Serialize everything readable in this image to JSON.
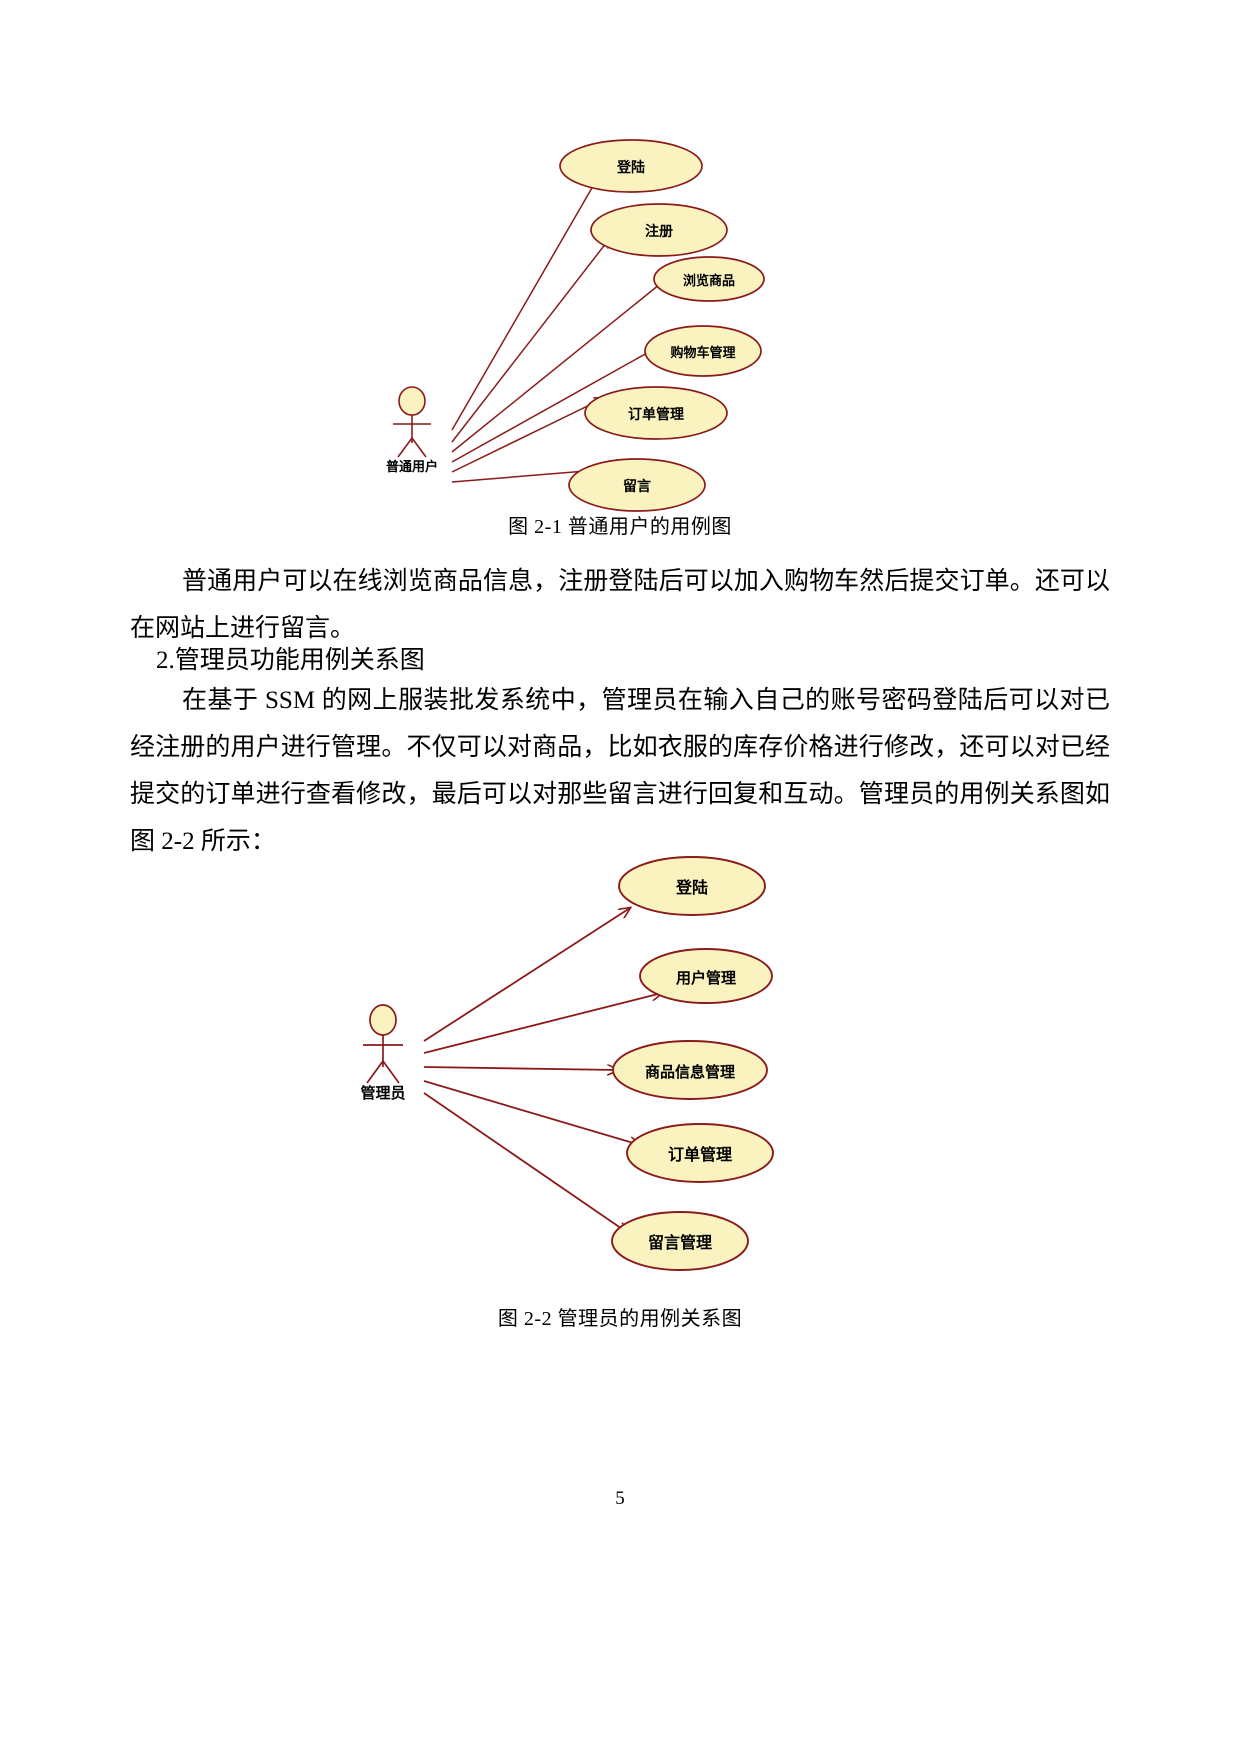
{
  "document": {
    "page_number": "5",
    "background_color": "#ffffff",
    "text_color": "#000000"
  },
  "palette": {
    "ellipse_fill": "#FAF3C0",
    "ellipse_stroke": "#8B1A1A",
    "arrow_color": "#8B1A1A",
    "actor_head_fill": "#FAF3C0",
    "actor_stroke": "#8B1A1A"
  },
  "figure1": {
    "name": "普通用户用例图",
    "caption": "图 2-1 普通用户的用例图",
    "actor": {
      "label": "普通用户"
    },
    "use_cases": [
      {
        "label": "登陆"
      },
      {
        "label": "注册"
      },
      {
        "label": "浏览商品"
      },
      {
        "label": "购物车管理"
      },
      {
        "label": "订单管理"
      },
      {
        "label": "留言"
      }
    ]
  },
  "paragraphs": {
    "p1": "普通用户可以在线浏览商品信息，注册登陆后可以加入购物车然后提交订单。还可以在网站上进行留言。",
    "heading2": "2.管理员功能用例关系图",
    "p2": "在基于 SSM 的网上服装批发系统中，管理员在输入自己的账号密码登陆后可以对已经注册的用户进行管理。不仅可以对商品，比如衣服的库存价格进行修改，还可以对已经提交的订单进行查看修改，最后可以对那些留言进行回复和互动。管理员的用例关系图如图 2-2 所示："
  },
  "figure2": {
    "name": "管理员用例关系图",
    "caption": "图 2-2 管理员的用例关系图",
    "actor": {
      "label": "管理员"
    },
    "use_cases": [
      {
        "label": "登陆"
      },
      {
        "label": "用户管理"
      },
      {
        "label": "商品信息管理"
      },
      {
        "label": "订单管理"
      },
      {
        "label": "留言管理"
      }
    ]
  }
}
